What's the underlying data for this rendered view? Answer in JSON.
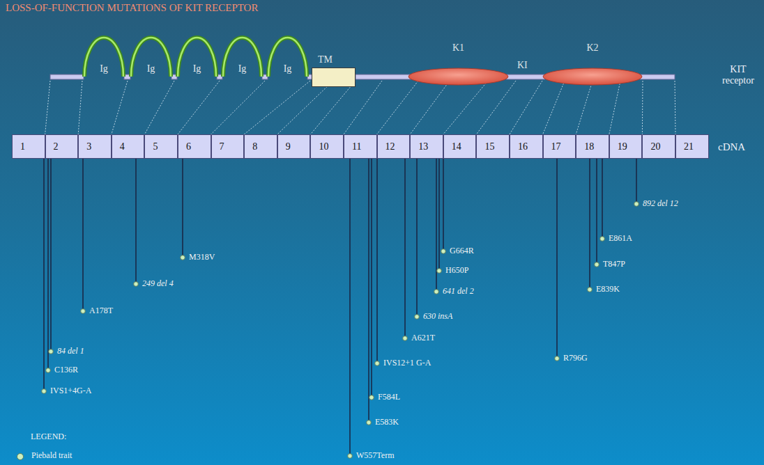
{
  "diagram": {
    "title": "LOSS-OF-FUNCTION MUTATIONS OF KIT RECEPTOR",
    "nodes": [
      {
        "text": [
          "Ig"
        ]
      },
      {
        "text": [
          "Ig"
        ]
      },
      {
        "text": [
          "Ig"
        ]
      },
      {
        "text": [
          "Ig"
        ]
      },
      {
        "text": [
          "Ig"
        ]
      },
      {
        "text": [
          "TM"
        ]
      },
      {
        "text": [
          "K1"
        ]
      },
      {
        "text": [
          "K2"
        ]
      },
      {
        "text": [
          "1"
        ]
      },
      {
        "text": [
          "2"
        ]
      },
      {
        "text": [
          "3"
        ]
      },
      {
        "text": [
          "4"
        ]
      },
      {
        "text": [
          "5"
        ]
      },
      {
        "text": [
          "6"
        ]
      },
      {
        "text": [
          "7"
        ]
      },
      {
        "text": [
          "8"
        ]
      },
      {
        "text": [
          "9"
        ]
      },
      {
        "text": [
          "10"
        ]
      },
      {
        "text": [
          "11"
        ]
      },
      {
        "text": [
          "12"
        ]
      },
      {
        "text": [
          "13"
        ]
      },
      {
        "text": [
          "14"
        ]
      },
      {
        "text": [
          "15"
        ]
      },
      {
        "text": [
          "16"
        ]
      },
      {
        "text": [
          "17"
        ]
      },
      {
        "text": [
          "18"
        ]
      },
      {
        "text": [
          "19"
        ]
      },
      {
        "text": [
          "20"
        ]
      },
      {
        "text": [
          "21"
        ]
      }
    ],
    "labels": [
      "KI",
      "KIT receptor",
      "cDNA",
      "IVS1+4G-A",
      "C136R",
      "84 del 1",
      "A178T",
      "249 del 4",
      "M318V",
      "W557Term",
      "E583K",
      "F584L",
      "IVS12+1 G-A",
      "A621T",
      "630 insA",
      "641 del 2",
      "H650P",
      "G664R",
      "R796G",
      "E839K",
      "T847P",
      "E861A",
      "892 del 12",
      "LEGEND:"
    ],
    "legend": [
      {
        "text": "Piebald trait",
        "color": "#ccf0c0"
      }
    ]
  }
}
